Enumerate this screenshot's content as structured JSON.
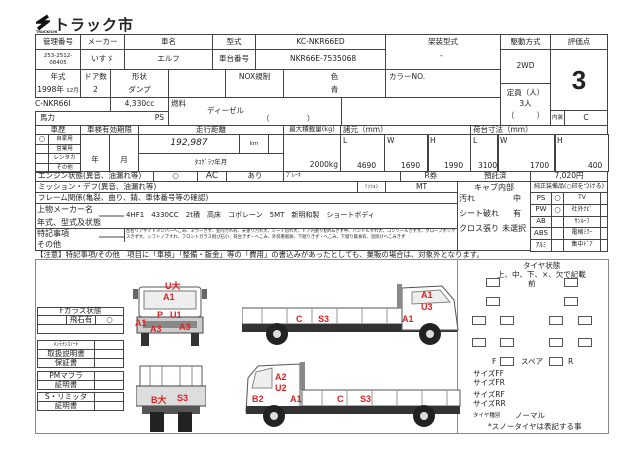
{
  "logo": {
    "text": "トラック市",
    "sub": "TRUCKICHI"
  },
  "header": {
    "mgmt_label": "管理番号",
    "mgmt_no": "253-2512-08405",
    "maker_label": "メーカー",
    "maker": "いすゞ",
    "name_label": "車名",
    "name": "エルフ",
    "model_label": "型式",
    "model": "KC-NKR66ED",
    "chassis_label": "車台番号",
    "chassis": "NKR66E-7535068",
    "body_label": "架装型式",
    "body": "-",
    "drive_label": "駆動方式",
    "drive": "2WD",
    "score_label": "評価点",
    "score": "3"
  },
  "row2": {
    "year_label": "年式",
    "year": "1998年",
    "month": "12月",
    "door_label": "ドア数",
    "doors": "2",
    "shape_label": "形状",
    "shape": "ダンプ",
    "nox_label": "NOX規制",
    "color_label": "色",
    "color": "青",
    "colorno_label": "カラーNO.",
    "capacity_label": "定員（人）",
    "capacity": "3人",
    "paren": "（　　　）",
    "interior_label": "内装",
    "interior": "C"
  },
  "row3": {
    "engine_model": "C-NKR66I",
    "displacement": "4,330cc",
    "fuel_label": "燃料",
    "fuel": "ディーゼル",
    "fuel_paren": "（　　　　　）",
    "hp_label": "馬力",
    "hp_unit": "PS"
  },
  "history": {
    "label": "車歴",
    "items": [
      "自家用",
      "営業用",
      "レンタカ",
      "その他"
    ],
    "mark": "○",
    "inspection_label": "車検有効期限",
    "year_unit": "年",
    "month_unit": "月",
    "mileage_label": "走行距離",
    "mileage": "192,987",
    "km": "km",
    "tacho": "ﾀｺｸﾞﾗﾌ年月",
    "load_label": "最大積載量(kg)",
    "load": "2000kg",
    "spec_label": "諸元（mm）",
    "L": "L",
    "W": "W",
    "H": "H",
    "spec_L": "4690",
    "spec_W": "1690",
    "spec_H": "1990",
    "bed_label": "荷台寸法（mm）",
    "bed_L": "3100",
    "bed_W": "1700",
    "bed_H": "400"
  },
  "condition": {
    "engine_label": "エンジン状態(異音、油漏れ等)",
    "engine_mark": "○",
    "ac_label": "AC",
    "ac": "あり",
    "brake_label": "ﾌﾞﾚｰｷ",
    "rticket_label": "R券",
    "rticket": "預託済",
    "rprice": "7,020円",
    "mission_label": "ミッション・デフ(異音、油漏れ等)",
    "mission_type_label": "ﾐｯｼｮﾝ",
    "mission_type": "MT",
    "frame_label": "フレーム関係(亀裂、曲り、錆、車体番号等の確認)",
    "upper_maker_label": "上物メーカー名",
    "upper_year_label": "年式、型式及状態",
    "upper_desc": "4HF1　4330CC　2t積　高床　コボレーン　5MT　新明和製　ショートボディ",
    "notes_label": "特記事項",
    "other_label": "その他",
    "notes": "左右リアサイドメンバーへこみ、ミラーきず、室内汚れ有、天張り汚れ大、シート切れ大、ドア内張り割れ&きず中、ハンドルすれ大、コンソールきず大、グローブボックスきず大、シフトノブすれ、フロントガラス飛び石小、荷台きず・へこみ、外装看板跡、下廻りきず・へこみ、下廻り腐食有、泥除けへこみきず"
  },
  "cab": {
    "label": "キャブ内部",
    "rows": [
      {
        "k": "汚れ",
        "v": "中"
      },
      {
        "k": "シート破れ",
        "v": "有"
      },
      {
        "k": "クロス張り",
        "v": "未選択"
      }
    ]
  },
  "equipment": {
    "label": "純正装備品(○印をつける)",
    "rows": [
      {
        "a": "PS",
        "am": "○",
        "b": "TV"
      },
      {
        "a": "PW",
        "am": "○",
        "b": "社外ﾅﾋﾞ"
      },
      {
        "a": "AB",
        "am": "",
        "b": "ｻﾝﾙｰﾌ"
      },
      {
        "a": "ABS",
        "am": "",
        "b": "電格ﾐﾗｰ"
      },
      {
        "a": "ｱﾙﾐ",
        "am": "",
        "b": "集中ﾄﾞｱ"
      }
    ]
  },
  "notice": "【注意】特記事項/その他　項目に「車検」「整備・鈑金」等の「費用」の書込みがあったとしても、業販の場合は、対象外となります。",
  "side": {
    "fglass_label": "Fガラス状態",
    "chip_label": "飛石有",
    "chip": "○",
    "maint": "ﾒﾝﾃﾅﾝｽﾉｰﾄ",
    "manual": "取扱説明書",
    "warranty": "保証書",
    "pm": "PMマフラ",
    "pm_cert": "証明書",
    "limiter": "S・リミッタ",
    "lim_cert": "証明書"
  },
  "damage": {
    "front": [
      "U大",
      "A1",
      "P",
      "U1",
      "A1",
      "A3",
      "A3"
    ],
    "rear": [
      "B大",
      "S3"
    ],
    "side_right": [
      "C",
      "S3",
      "A1",
      "U3",
      "A1"
    ],
    "side_left": [
      "A2",
      "U2",
      "B2",
      "A1",
      "C",
      "S3"
    ]
  },
  "tires": {
    "title": "タイヤ状態",
    "legend": "上、中、下、×、欠で記載",
    "front": "前",
    "F": "F",
    "spare": "スペア",
    "R": "R",
    "sizes": [
      "サイズFF",
      "サイズFR",
      "サイズRF",
      "サイズRR"
    ],
    "type_label": "タイヤ種別",
    "type": "ノーマル",
    "note": "*スノータイヤは表記する事"
  },
  "colors": {
    "damage": "#dd2222",
    "line": "#444444"
  }
}
